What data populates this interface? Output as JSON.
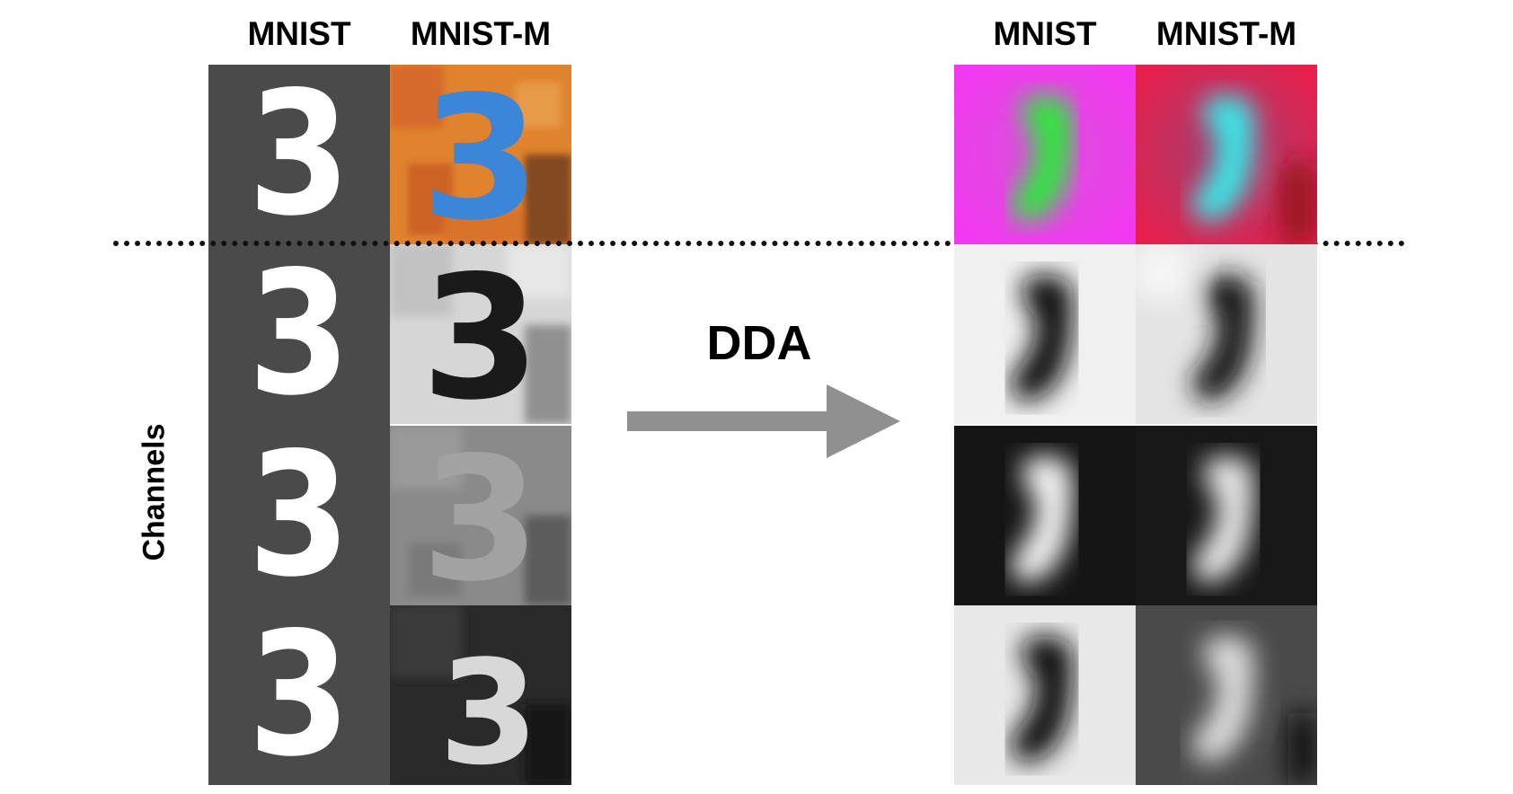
{
  "left_panel": {
    "header_mnist": "MNIST",
    "header_mnistm": "MNIST-M",
    "mnist_digit": "3",
    "mnistm_digit": "3"
  },
  "right_panel": {
    "header_mnist": "MNIST",
    "header_mnistm": "MNIST-M"
  },
  "channels_label": "Channels",
  "transform_label": "DDA",
  "colors": {
    "mnist_bg": "#4a4a4a",
    "mnistm_bg_rgb": "#e0832e",
    "mnistm_digit_rgb": "#3b86d8",
    "dda_mnist_bg": "#f13af0",
    "dda_mnist_digit": "#2ee83c",
    "dda_mnistm_bg": "#e81e4b",
    "dda_mnistm_digit": "#3ae6e6",
    "arrow": "#909090"
  },
  "icons": {
    "arrow": "right-arrow-icon"
  }
}
